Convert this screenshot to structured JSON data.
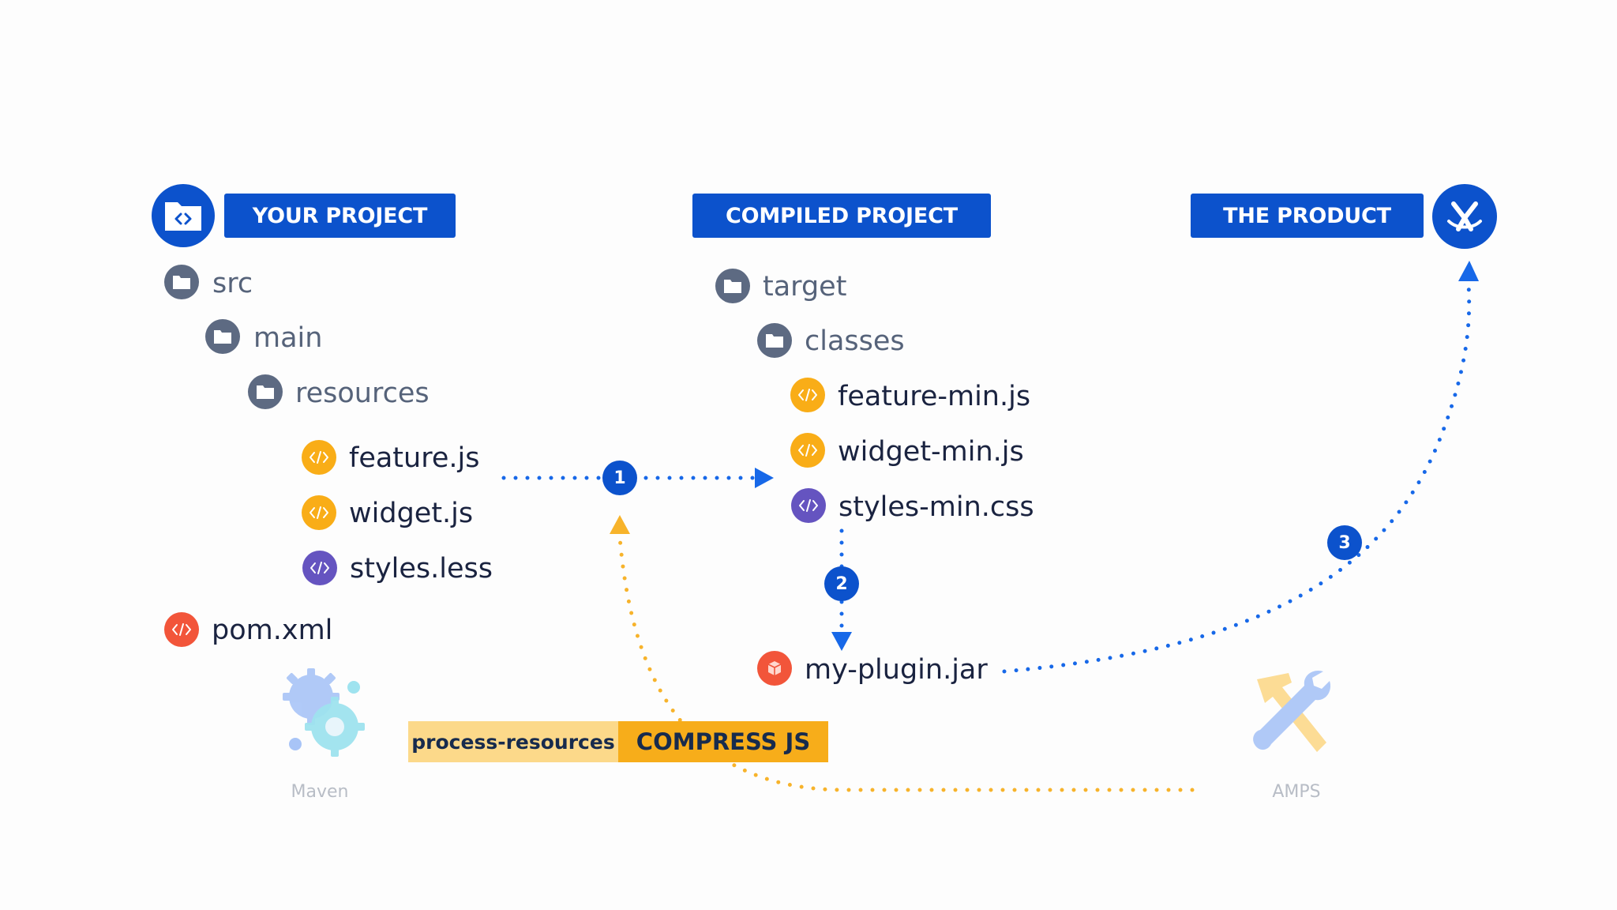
{
  "sections": {
    "your_project": "YOUR PROJECT",
    "compiled_project": "COMPILED PROJECT",
    "the_product": "THE PRODUCT"
  },
  "your_project_tree": {
    "src": "src",
    "main": "main",
    "resources": "resources",
    "feature_js": "feature.js",
    "widget_js": "widget.js",
    "styles_less": "styles.less",
    "pom_xml": "pom.xml"
  },
  "compiled_tree": {
    "target": "target",
    "classes": "classes",
    "feature_min_js": "feature-min.js",
    "widget_min_js": "widget-min.js",
    "styles_min_css": "styles-min.css",
    "plugin_jar": "my-plugin.jar"
  },
  "steps": {
    "one": "1",
    "two": "2",
    "three": "3"
  },
  "tools": {
    "maven": "Maven",
    "amps": "AMPS",
    "process_resources": "process-resources",
    "compress_js": "COMPRESS JS"
  },
  "colors": {
    "brand_blue": "#0c52cc",
    "arrow_blue": "#1768e8",
    "js_file": "#f9ad17",
    "css_file": "#6554c0",
    "xml_file": "#f2553a",
    "folder": "#5d6a82",
    "arrow_orange": "#f7b32b",
    "process_bg": "#fcd98a",
    "compress_bg": "#f7ad1a"
  },
  "icons": {
    "project": "folder-code-icon",
    "product": "product-logo-icon",
    "folder": "folder-icon",
    "code_file": "code-icon",
    "jar": "package-icon",
    "maven": "gears-icon",
    "amps": "tools-icon"
  }
}
